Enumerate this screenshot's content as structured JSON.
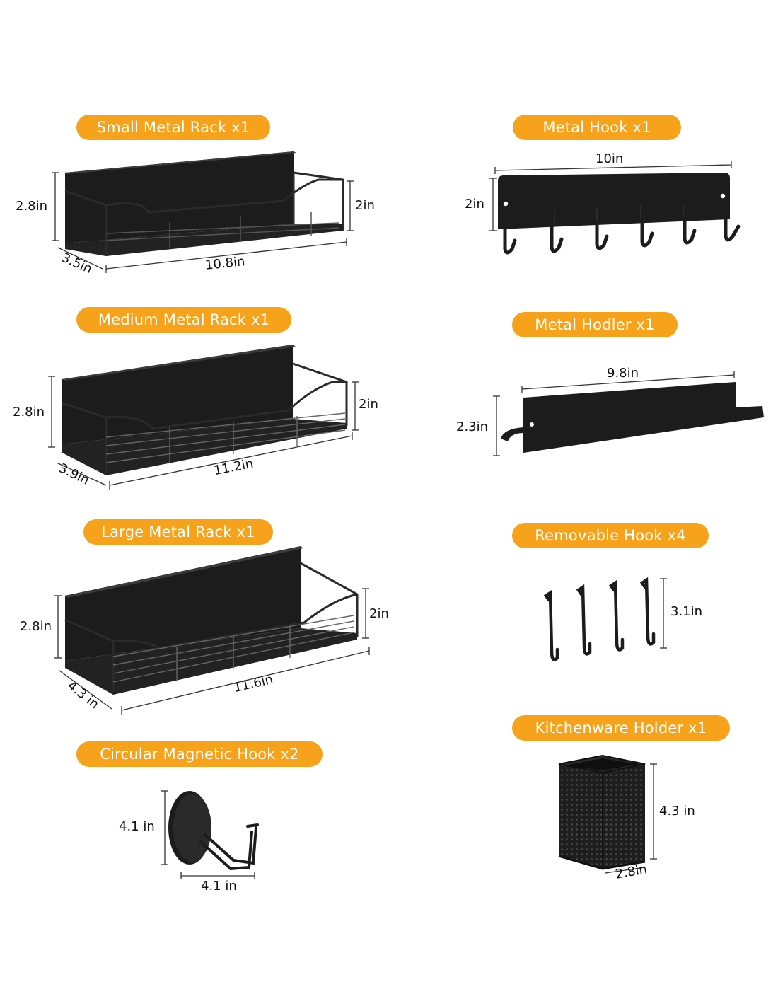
{
  "products": {
    "small_rack": {
      "title": "Small Metal Rack x1",
      "height": "2.8in",
      "back_height": "2in",
      "depth": "3.5in",
      "length": "10.8in"
    },
    "medium_rack": {
      "title": "Medium Metal Rack x1",
      "height": "2.8in",
      "back_height": "2in",
      "depth": "3.9in",
      "length": "11.2in"
    },
    "large_rack": {
      "title": "Large Metal Rack x1",
      "height": "2.8in",
      "back_height": "2in",
      "depth": "4.3 in",
      "length": "11.6in"
    },
    "circular_hook": {
      "title": "Circular Magnetic Hook  x2",
      "height": "4.1 in",
      "width": "4.1 in"
    },
    "metal_hook": {
      "title": "Metal Hook x1",
      "length": "10in",
      "height": "2in"
    },
    "metal_holder": {
      "title": "Metal Hodler x1",
      "length": "9.8in",
      "height": "2.3in"
    },
    "removable_hook": {
      "title": "Removable Hook x4",
      "height": "3.1in"
    },
    "kitchenware_holder": {
      "title": "Kitchenware Holder x1",
      "height": "4.3 in",
      "width": "2.8in"
    }
  },
  "colors": {
    "accent": "#f7a21b",
    "product": "#1c1c1c",
    "text": "#111111"
  }
}
